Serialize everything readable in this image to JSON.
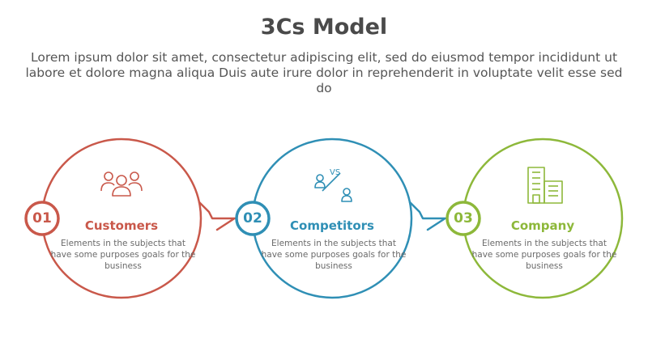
{
  "title": "3Cs Model",
  "subtitle": "Lorem ipsum dolor sit amet, consectetur adipiscing elit, sed do eiusmod tempor incididunt ut labore et dolore magna aliqua Duis aute irure dolor in reprehenderit in voluptate velit esse sed do",
  "steps": [
    {
      "number": "01",
      "label": "Customers",
      "description": "Elements in the subjects that have some purposes goals for the business",
      "color": "#c9584a",
      "icon": "people-group-icon"
    },
    {
      "number": "02",
      "label": "Competitors",
      "description": "Elements in the subjects that have some purposes goals for the business",
      "color": "#2f8fb5",
      "icon": "versus-competitors-icon",
      "icon_text": "VS"
    },
    {
      "number": "03",
      "label": "Company",
      "description": "Elements in the subjects that have some purposes goals for the business",
      "color": "#8db83a",
      "icon": "building-icon"
    }
  ]
}
